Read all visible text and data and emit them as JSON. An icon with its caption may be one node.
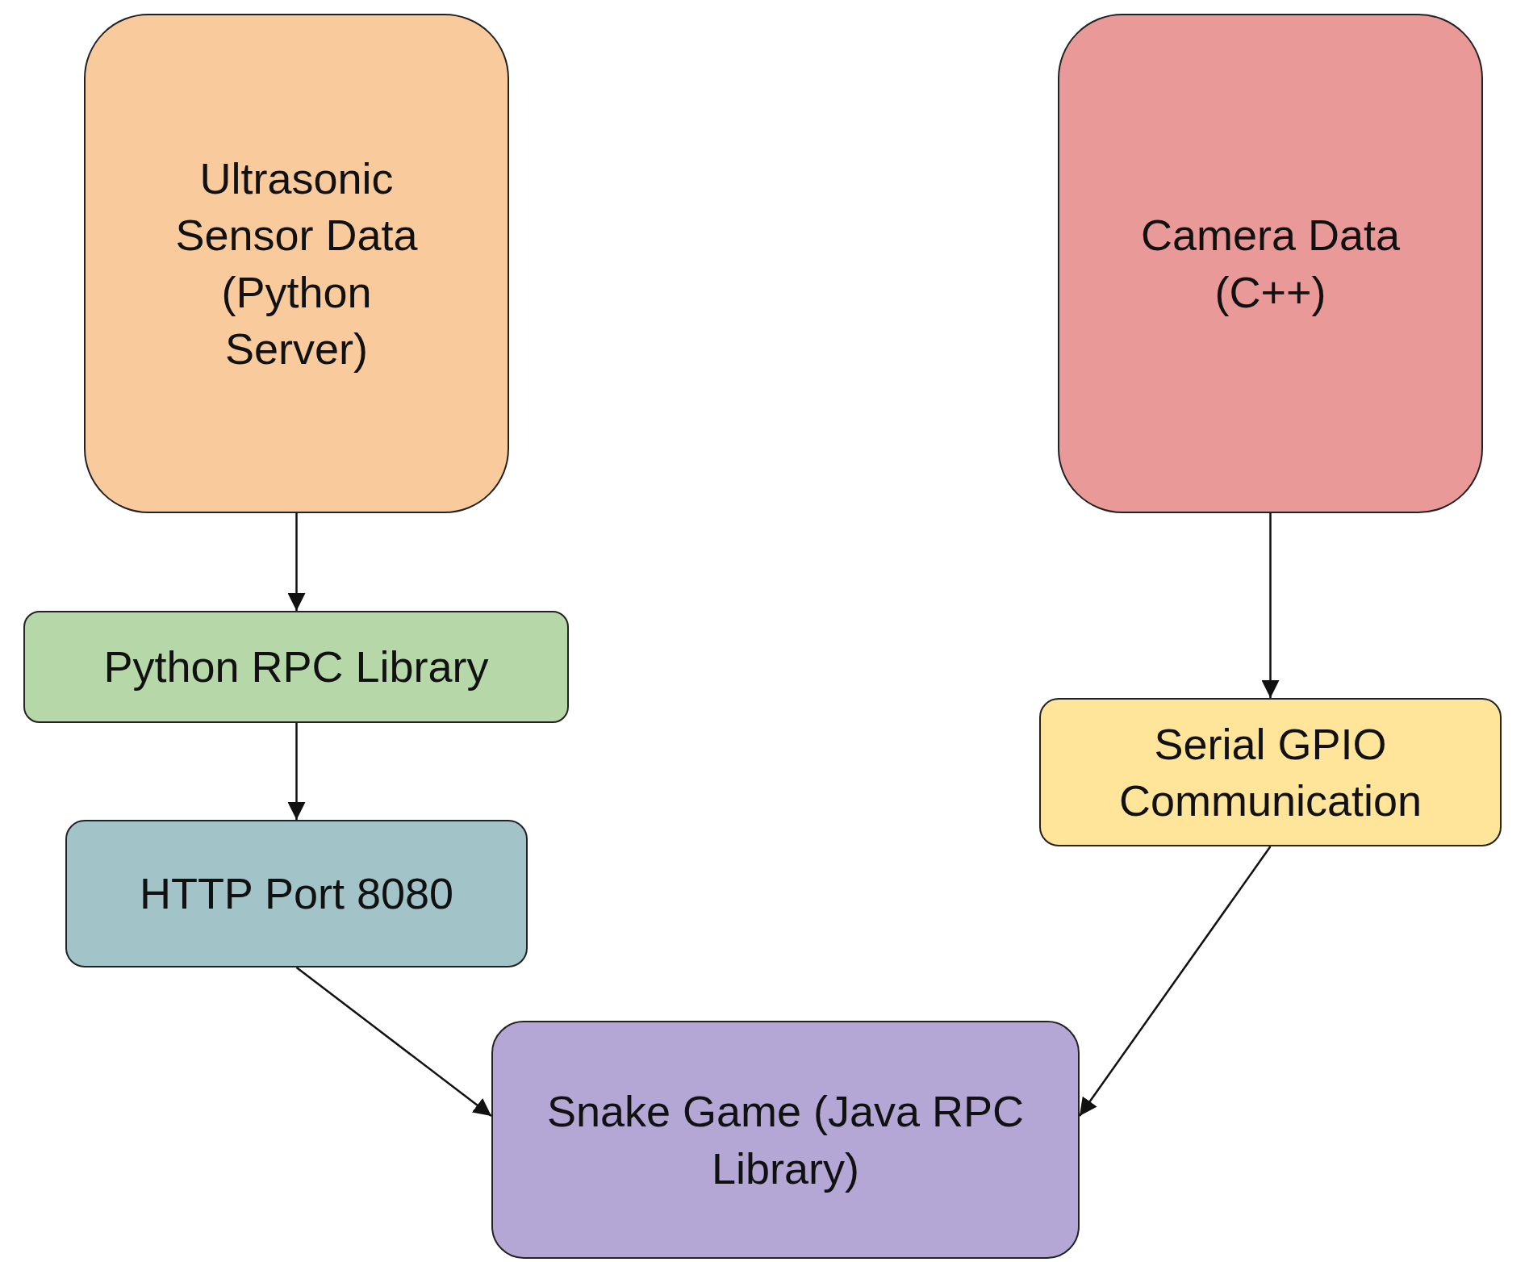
{
  "diagram": {
    "nodes": [
      {
        "text": [
          "Ultrasonic Sensor Data (Python Server)"
        ]
      },
      {
        "text": [
          "Camera Data (C++)"
        ]
      },
      {
        "text": [
          "Python RPC Library"
        ]
      },
      {
        "text": [
          "Serial GPIO Communication"
        ]
      },
      {
        "text": [
          "HTTP Port 8080"
        ]
      },
      {
        "text": [
          "Snake Game (Java RPC Library)"
        ]
      }
    ],
    "edges": [
      {
        "from": 0,
        "to": 2,
        "arrow": "to"
      },
      {
        "from": 2,
        "to": 4,
        "arrow": "to"
      },
      {
        "from": 4,
        "to": 5,
        "arrow": "to"
      },
      {
        "from": 1,
        "to": 3,
        "arrow": "to"
      },
      {
        "from": 3,
        "to": 5,
        "arrow": "to"
      }
    ]
  }
}
